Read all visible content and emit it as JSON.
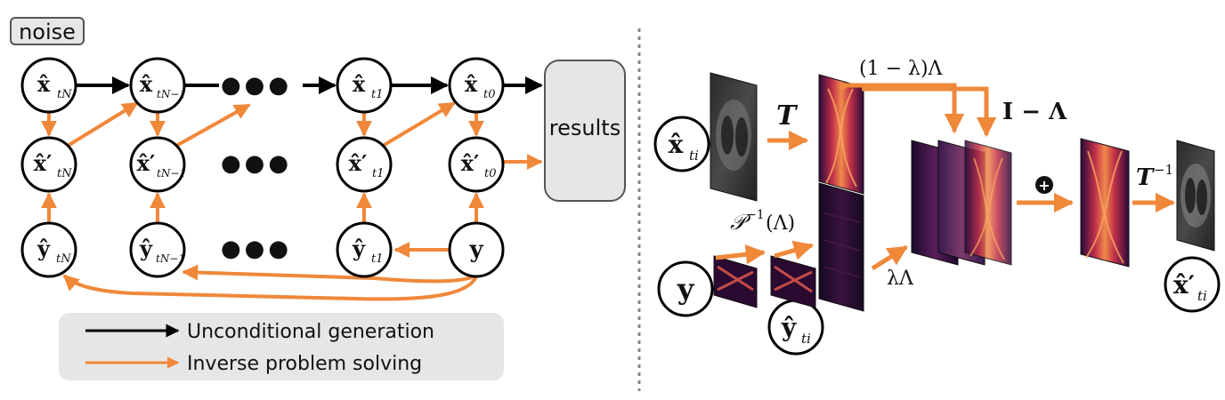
{
  "left": {
    "noise_label": "noise",
    "results_label": "results",
    "nodes": {
      "xhat": {
        "base": "x̂",
        "subs": [
          "tN",
          "tN−1",
          "t1",
          "t0"
        ]
      },
      "xprime": {
        "base": "x̂′",
        "subs": [
          "tN",
          "tN−1",
          "t1",
          "t0"
        ]
      },
      "yhat": {
        "base": "ŷ",
        "subs": [
          "tN",
          "tN−1",
          "t1"
        ]
      },
      "y": "y"
    },
    "ellipsis": "●●●",
    "legend": {
      "items": [
        {
          "label": "Unconditional generation",
          "color": "#000000"
        },
        {
          "label": "Inverse problem solving",
          "color": "#f0883a"
        }
      ]
    }
  },
  "right": {
    "input_x": "x̂",
    "input_x_sub": "ti",
    "input_y": "y",
    "yhat": "ŷ",
    "yhat_sub": "ti",
    "output_x": "x̂′",
    "output_x_sub": "ti",
    "op_T": "T",
    "op_Tinv": "T",
    "op_Tinv_sup": "−1",
    "op_P": "𝒫",
    "op_P_sup": "−1",
    "op_P_arg": "(Λ)",
    "op_one_minus_lambda": "(1 − λ)Λ",
    "op_I_minus_Lambda": "I − Λ",
    "op_lambda_Lambda": "λΛ",
    "plus": "+"
  },
  "colors": {
    "orange": "#f0883a",
    "black": "#000000",
    "divider": "#888888",
    "box_fill": "#e6e6e6"
  }
}
